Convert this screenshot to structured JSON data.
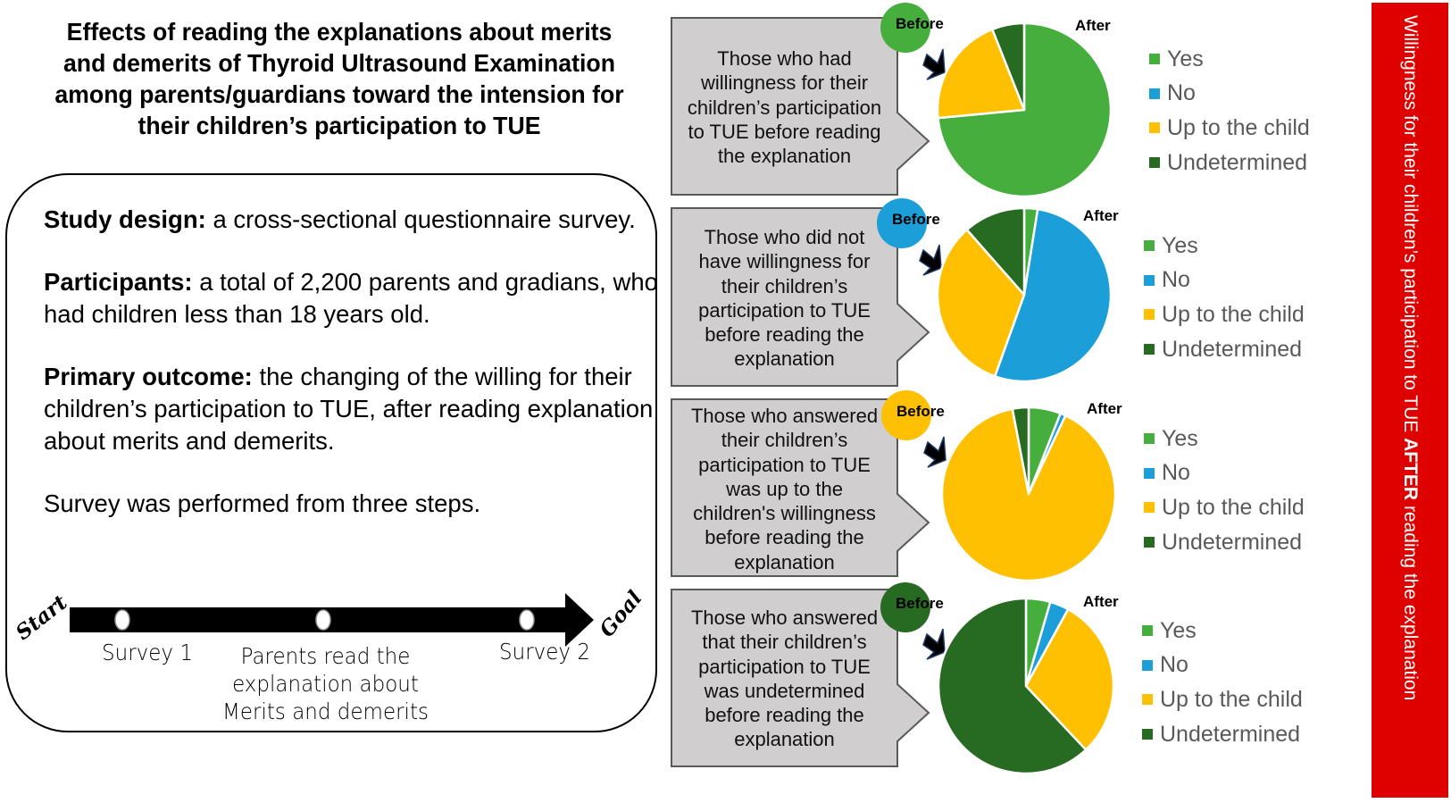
{
  "title": {
    "lines": [
      "Effects of reading the explanations about merits",
      "and demerits of Thyroid Ultrasound Examination",
      "among parents/guardians toward the intension for",
      "their children’s participation to TUE"
    ]
  },
  "study": {
    "design_label": "Study design:",
    "design_text": " a cross-sectional questionnaire survey.",
    "participants_label": "Participants:",
    "participants_text": " a total of 2,200 parents and gradians, who had children less than 18 years old.",
    "outcome_label": "Primary outcome:",
    "outcome_text": " the changing of the willing for their children’s participation to TUE, after reading explanation about merits and demerits.",
    "steps_text": "Survey was performed from three steps."
  },
  "timeline": {
    "start_label": "Start",
    "goal_label": "Goal",
    "step1": "Survey 1",
    "step2_lines": [
      "Parents read the",
      "explanation about",
      "Merits and demerits"
    ],
    "step3": "Survey 2"
  },
  "side_banner": {
    "prefix": "Willingness for their children’s participation to TUE ",
    "emphasis": "AFTER",
    "suffix": " reading the explanation",
    "color": "#df0000"
  },
  "colors": {
    "yes": "#46ae3c",
    "no": "#1c9fd9",
    "up_to_child": "#fec000",
    "undetermined": "#276a22",
    "callout_fill": "#d0cece",
    "callout_border": "#595959"
  },
  "labels": {
    "before": "Before",
    "after": "After"
  },
  "chart_data": [
    {
      "type": "pie",
      "title": "After",
      "before_group": "Yes",
      "description_lines": [
        "Those who had",
        "willingness for their",
        "children’s participation",
        "to TUE before reading",
        "the explanation"
      ],
      "legend": [
        "Yes",
        "No",
        "Up to the child",
        "Undetermined"
      ],
      "values_percent": [
        73.5,
        0,
        20.5,
        6.0
      ]
    },
    {
      "type": "pie",
      "title": "After",
      "before_group": "No",
      "description_lines": [
        "Those who did not",
        "have willingness for",
        "their children’s",
        "participation to TUE",
        "before reading the",
        "explanation"
      ],
      "legend": [
        "Yes",
        "No",
        "Up to the child",
        "Undetermined"
      ],
      "values_percent": [
        2.5,
        53.0,
        33.0,
        11.5
      ]
    },
    {
      "type": "pie",
      "title": "After",
      "before_group": "Up to the child",
      "description_lines": [
        "Those who answered",
        "their children’s",
        "participation to TUE",
        "was up to the",
        "children's willingness",
        "before reading the",
        "explanation"
      ],
      "legend": [
        "Yes",
        "No",
        "Up to the child",
        "Undetermined"
      ],
      "values_percent": [
        6.0,
        1.0,
        90.0,
        3.0
      ]
    },
    {
      "type": "pie",
      "title": "After",
      "before_group": "Undetermined",
      "description_lines": [
        "Those who answered",
        "that their children’s",
        "participation to TUE",
        "was undetermined",
        "before reading the",
        "explanation"
      ],
      "legend": [
        "Yes",
        "No",
        "Up to the child",
        "Undetermined"
      ],
      "values_percent": [
        4.5,
        3.5,
        30.0,
        62.0
      ]
    }
  ]
}
